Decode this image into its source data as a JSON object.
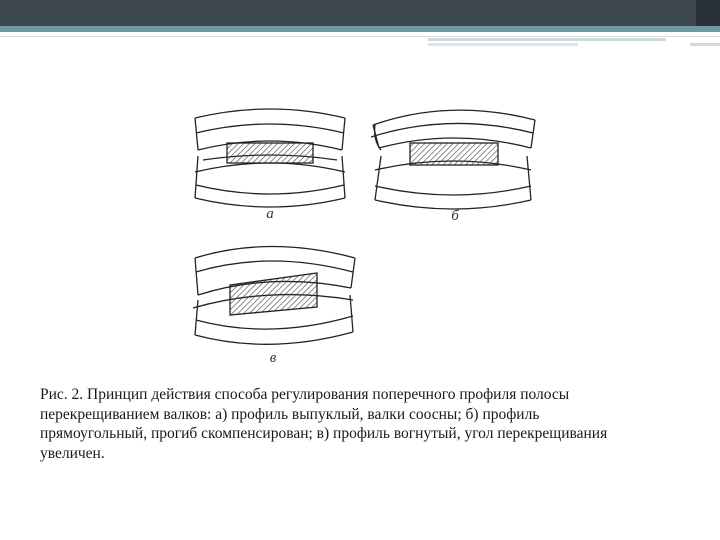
{
  "figure": {
    "label_a": "а",
    "label_b": "б",
    "label_c": "в"
  },
  "caption": {
    "text": "Рис. 2. Принцип действия способа регулирования поперечного профиля полосы\nперекрещиванием валков: а) профиль выпуклый, валки соосны;        б) профиль\nпрямоугольный, прогиб скомпенсирован; в) профиль вогнутый, угол перекрещивания\nувеличен."
  }
}
